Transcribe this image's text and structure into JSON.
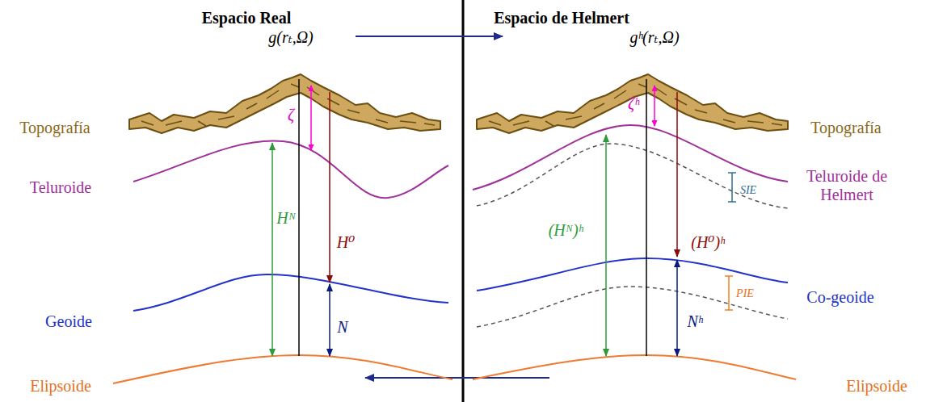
{
  "diagram": {
    "labels": [
      "Espacio Real",
      "Espacio de Helmert",
      "g(rₜ,Ω)",
      "gʰ(rₜ,Ω)",
      "Topografía",
      "ζ",
      "ζʰ",
      "Topografía",
      "Teluroide",
      "H⁰",
      "Teluroide de Helmert",
      "SIE",
      "(H⁰)ʰ",
      "Hᴺ",
      "(Hᴺ)ʰ",
      "Geoide",
      "N",
      "Co-geoide",
      "PIE",
      "Nʰ",
      "Elipsoide",
      "Elipsoide"
    ]
  }
}
